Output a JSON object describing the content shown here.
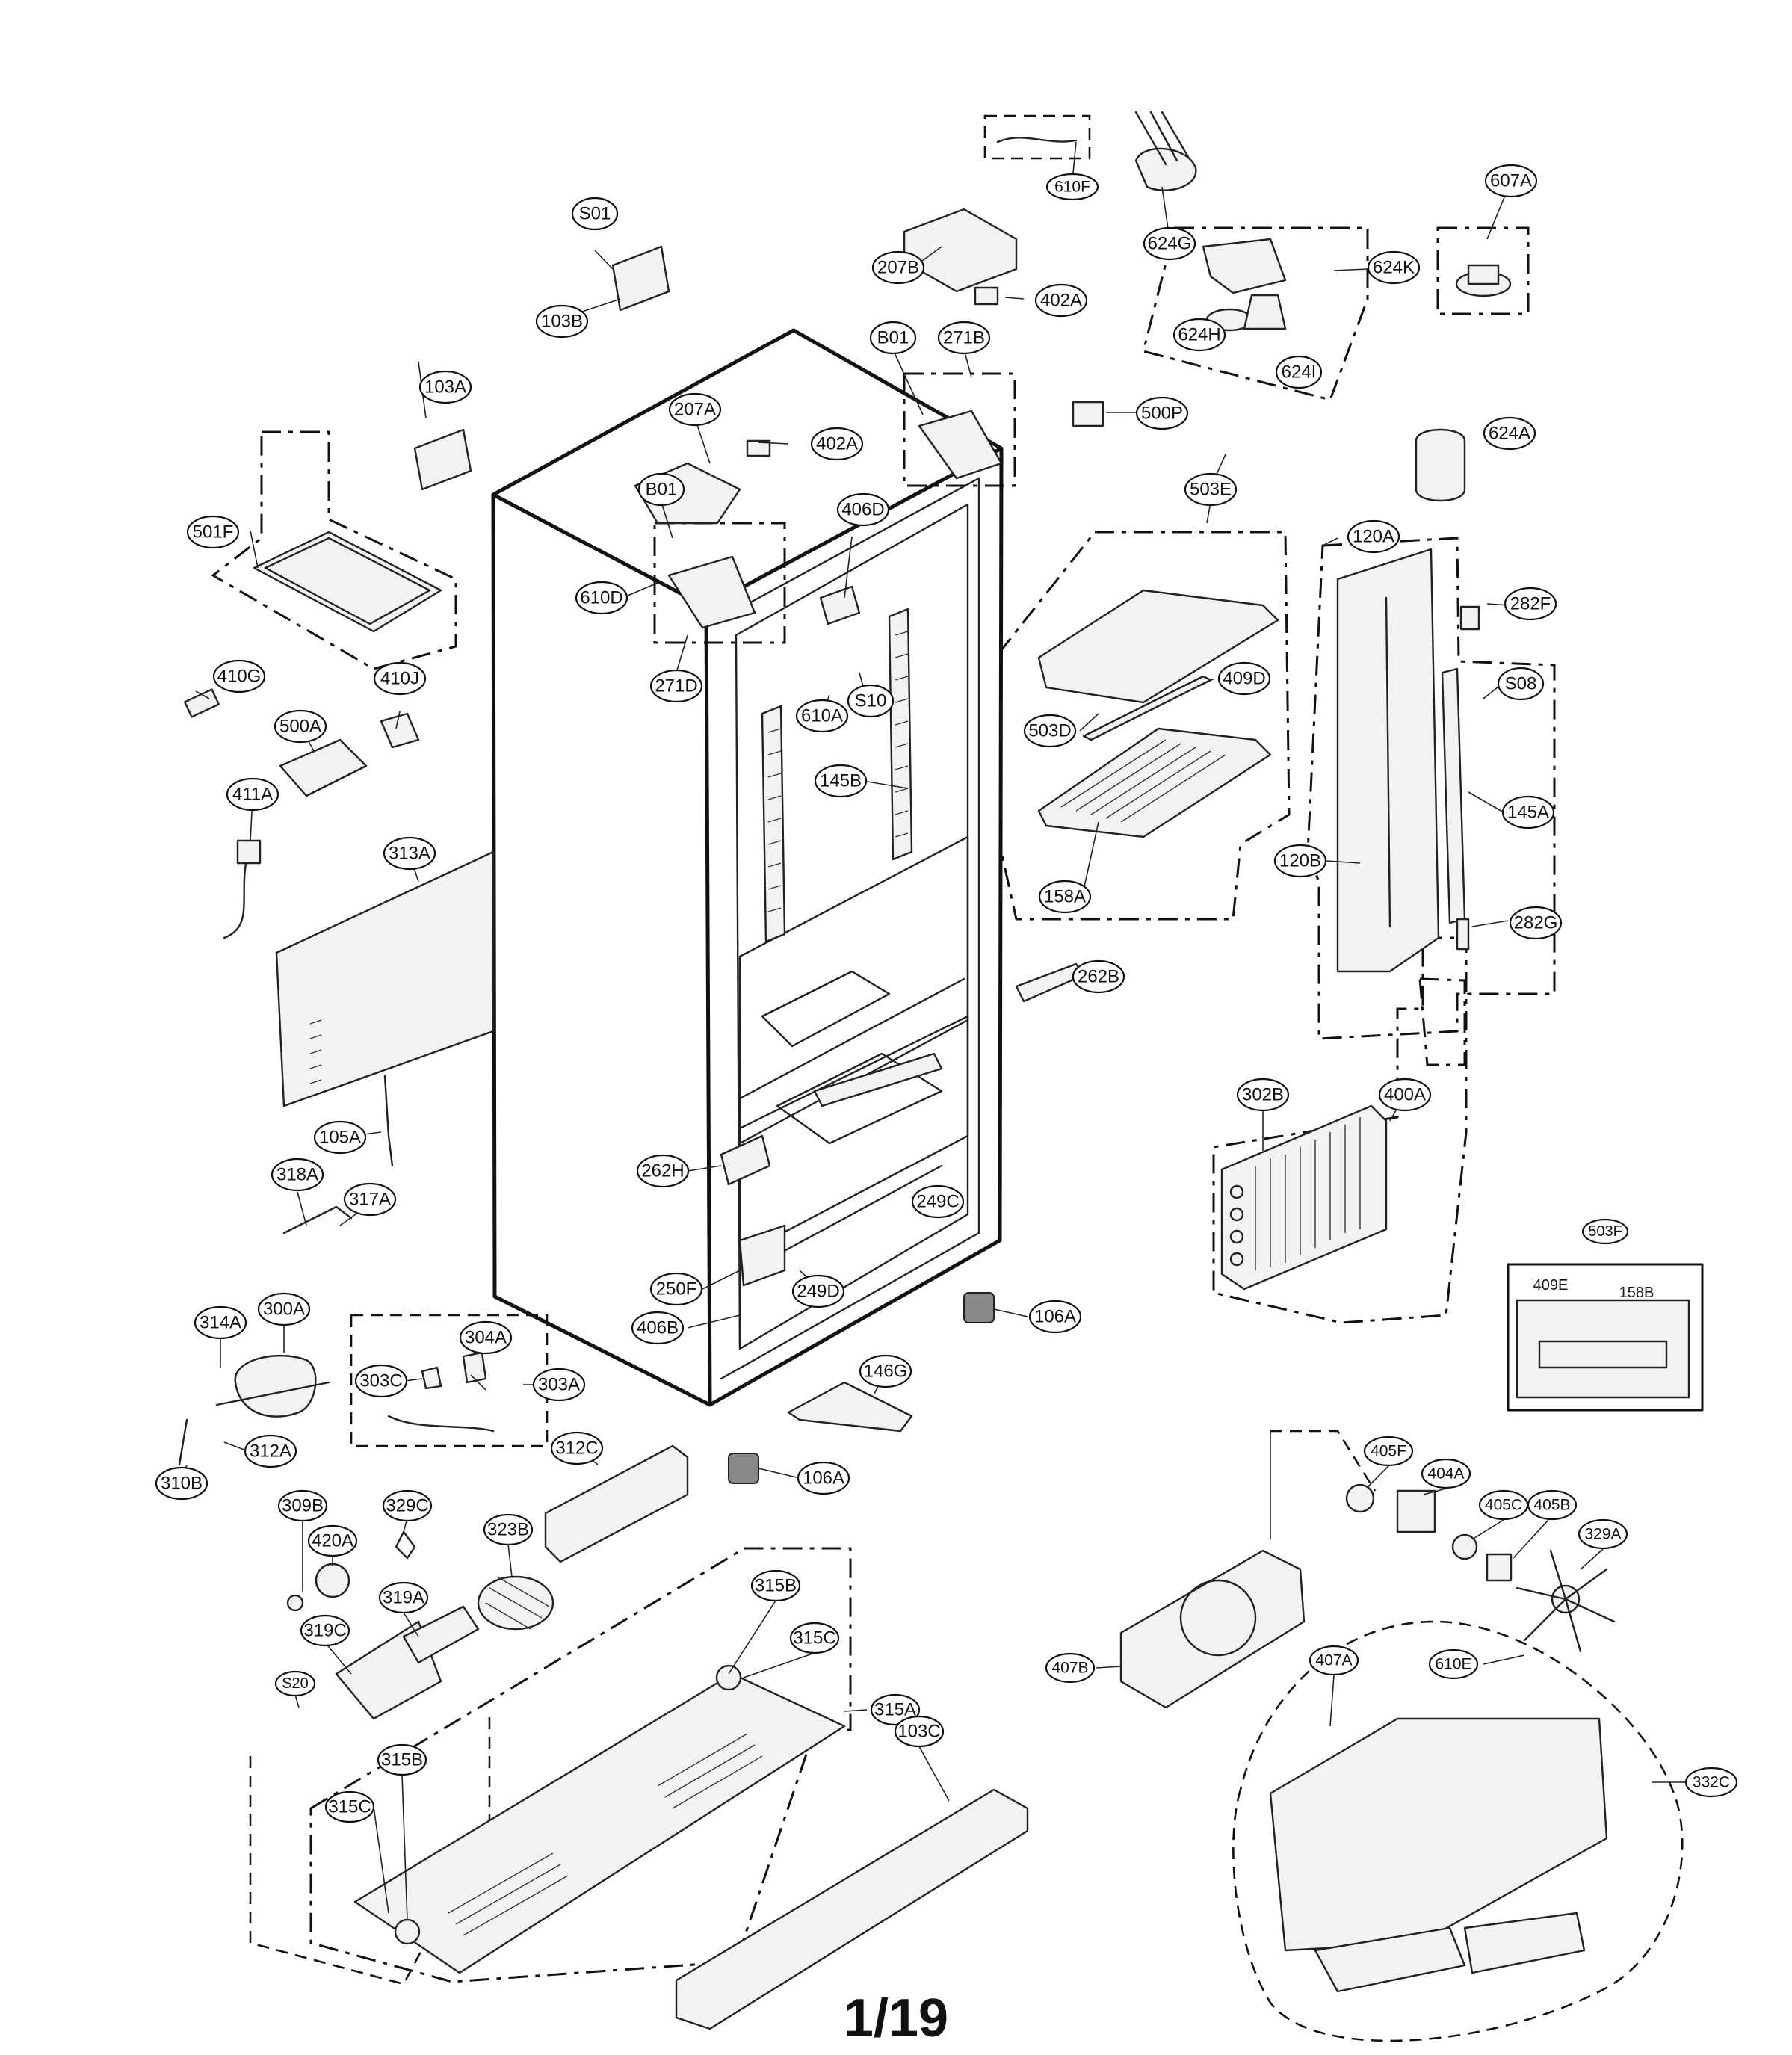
{
  "page_number": "1/19",
  "part_labels": [
    "610F",
    "624G",
    "607A",
    "624K",
    "624H",
    "624I",
    "S01",
    "207B",
    "402A",
    "103B",
    "B01",
    "271B",
    "500P",
    "103A",
    "207A",
    "402A",
    "624A",
    "B01",
    "503E",
    "406D",
    "120A",
    "501F",
    "610D",
    "282F",
    "271D",
    "409D",
    "S08",
    "410G",
    "610A",
    "S10",
    "410J",
    "503D",
    "500A",
    "145B",
    "145A",
    "411A",
    "120B",
    "158A",
    "282G",
    "313A",
    "262B",
    "302B",
    "400A",
    "105A",
    "262H",
    "249C",
    "318A",
    "317A",
    "503F",
    "409E",
    "158B",
    "249D",
    "250F",
    "106A",
    "406B",
    "314A",
    "300A",
    "304A",
    "303C",
    "303A",
    "146G",
    "312A",
    "312C",
    "310B",
    "106A",
    "405F",
    "404A",
    "309B",
    "329C",
    "405C",
    "405B",
    "420A",
    "329A",
    "323B",
    "315B",
    "319A",
    "315C",
    "407B",
    "319C",
    "407A",
    "610E",
    "S20",
    "315A",
    "332C",
    "103C",
    "315B",
    "315C"
  ]
}
